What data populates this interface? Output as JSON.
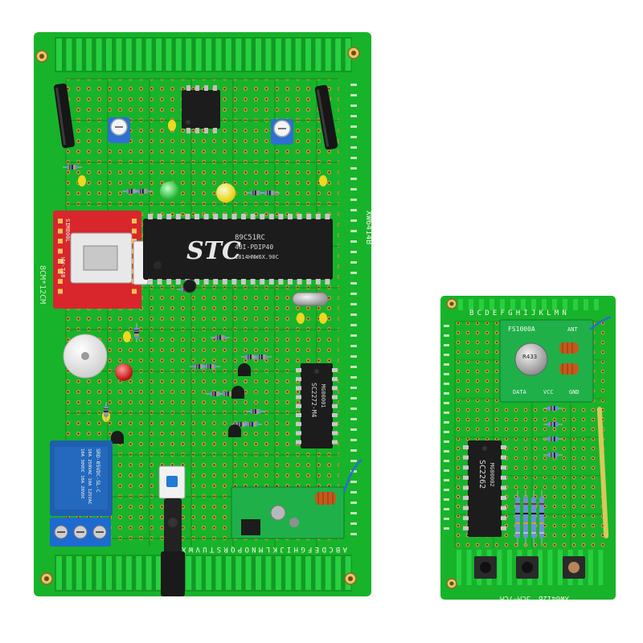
{
  "receiver": {
    "mcu_brand": "STC",
    "mcu_part": "89C51RC",
    "mcu_pkg": "40I-PDIP40",
    "mcu_lot": "1814HNW6X.90C",
    "decoder_part": "SC2272-M4",
    "decoder_lot": "MG00001",
    "sim_label1": "SIM800L",
    "sim_label2": "HW-748",
    "relay_l1": "SRD-05VDC-SL-C",
    "relay_l2": "10A 250VAC 10A 125VAC",
    "relay_l3": "10A 30VDC 10A 28VDC",
    "rf_label": "",
    "board_code": "XW6414B",
    "board_size": "8CM*12CM",
    "edge_letters": "ABCDEFGHIJKLMNOPQRSTUVWXY"
  },
  "transmitter": {
    "encoder_part": "SC2262",
    "encoder_lot": "MG00002",
    "rf_module": "FS1000A",
    "rf_ant": "ANT",
    "rf_vcc": "VCC",
    "rf_gnd": "GND",
    "rf_data": "DATA",
    "crystal": "R433",
    "board_code": "XW6412B",
    "board_size": "5CM*7CM",
    "edge_letters": "BCDEFGHIJKLMN"
  },
  "colors": {
    "pcb_green": "#17b32a",
    "pcb_dark": "#0e8a1e",
    "pad_gold": "#c49a3a",
    "chip_black": "#1c1c1c",
    "sim_red": "#d8262c",
    "relay_blue": "#1f5fb0",
    "led_green": "#2fcf3f",
    "led_yellow": "#f4e43a",
    "led_red": "#d91c1c",
    "cap_yellow": "#efd81e"
  }
}
